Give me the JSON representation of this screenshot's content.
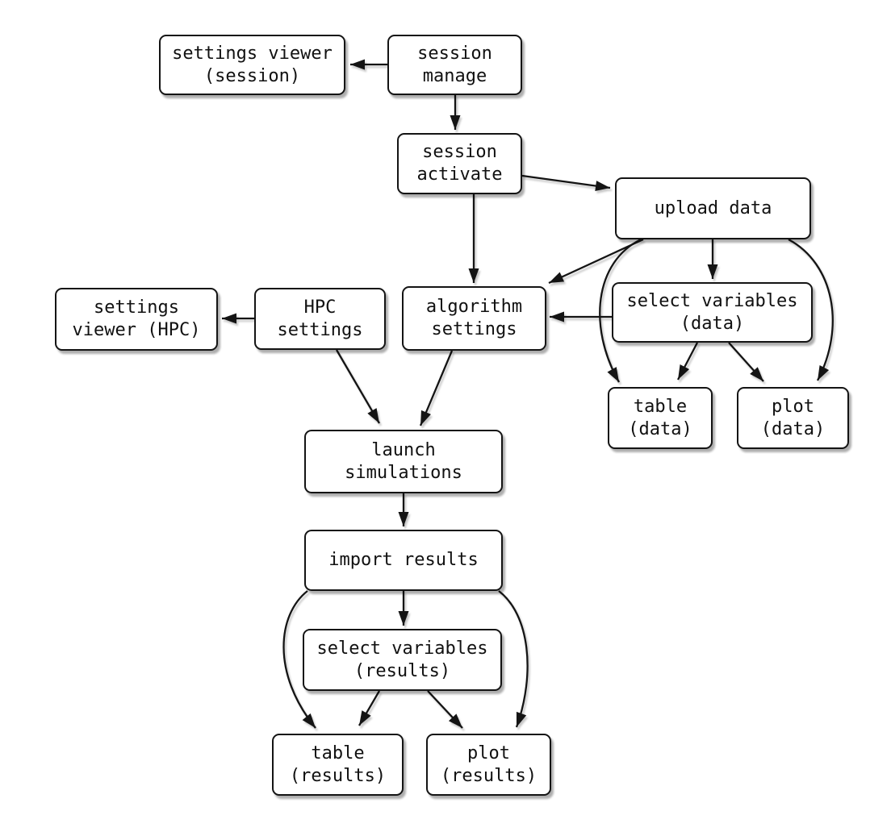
{
  "diagram": {
    "type": "flowchart",
    "background_color": "#ffffff",
    "node_fill_color": "#ffffff",
    "node_border_color": "#141414",
    "edge_color": "#141414",
    "nodes": {
      "settings_viewer_session": "settings viewer\n(session)",
      "session_manage": "session\nmanage",
      "session_activate": "session\nactivate",
      "upload_data": "upload data",
      "settings_viewer_hpc": "settings\nviewer (HPC)",
      "hpc_settings": "HPC\nsettings",
      "algorithm_settings": "algorithm\nsettings",
      "select_variables_data": "select variables\n(data)",
      "table_data": "table\n(data)",
      "plot_data": "plot\n(data)",
      "launch_simulations": "launch\nsimulations",
      "import_results": "import results",
      "select_variables_results": "select variables\n(results)",
      "table_results": "table\n(results)",
      "plot_results": "plot\n(results)"
    },
    "edges": [
      {
        "from": "session manage",
        "to": "settings viewer (session)"
      },
      {
        "from": "session manage",
        "to": "session activate"
      },
      {
        "from": "session activate",
        "to": "upload data"
      },
      {
        "from": "session activate",
        "to": "algorithm settings"
      },
      {
        "from": "upload data",
        "to": "algorithm settings"
      },
      {
        "from": "upload data",
        "to": "select variables (data)"
      },
      {
        "from": "upload data",
        "to": "table (data)"
      },
      {
        "from": "upload data",
        "to": "plot (data)"
      },
      {
        "from": "select variables (data)",
        "to": "algorithm settings"
      },
      {
        "from": "select variables (data)",
        "to": "table (data)"
      },
      {
        "from": "select variables (data)",
        "to": "plot (data)"
      },
      {
        "from": "HPC settings",
        "to": "settings viewer (HPC)"
      },
      {
        "from": "HPC settings",
        "to": "launch simulations"
      },
      {
        "from": "algorithm settings",
        "to": "launch simulations"
      },
      {
        "from": "launch simulations",
        "to": "import results"
      },
      {
        "from": "import results",
        "to": "select variables (results)"
      },
      {
        "from": "import results",
        "to": "table (results)"
      },
      {
        "from": "import results",
        "to": "plot (results)"
      },
      {
        "from": "select variables (results)",
        "to": "table (results)"
      },
      {
        "from": "select variables (results)",
        "to": "plot (results)"
      }
    ]
  }
}
